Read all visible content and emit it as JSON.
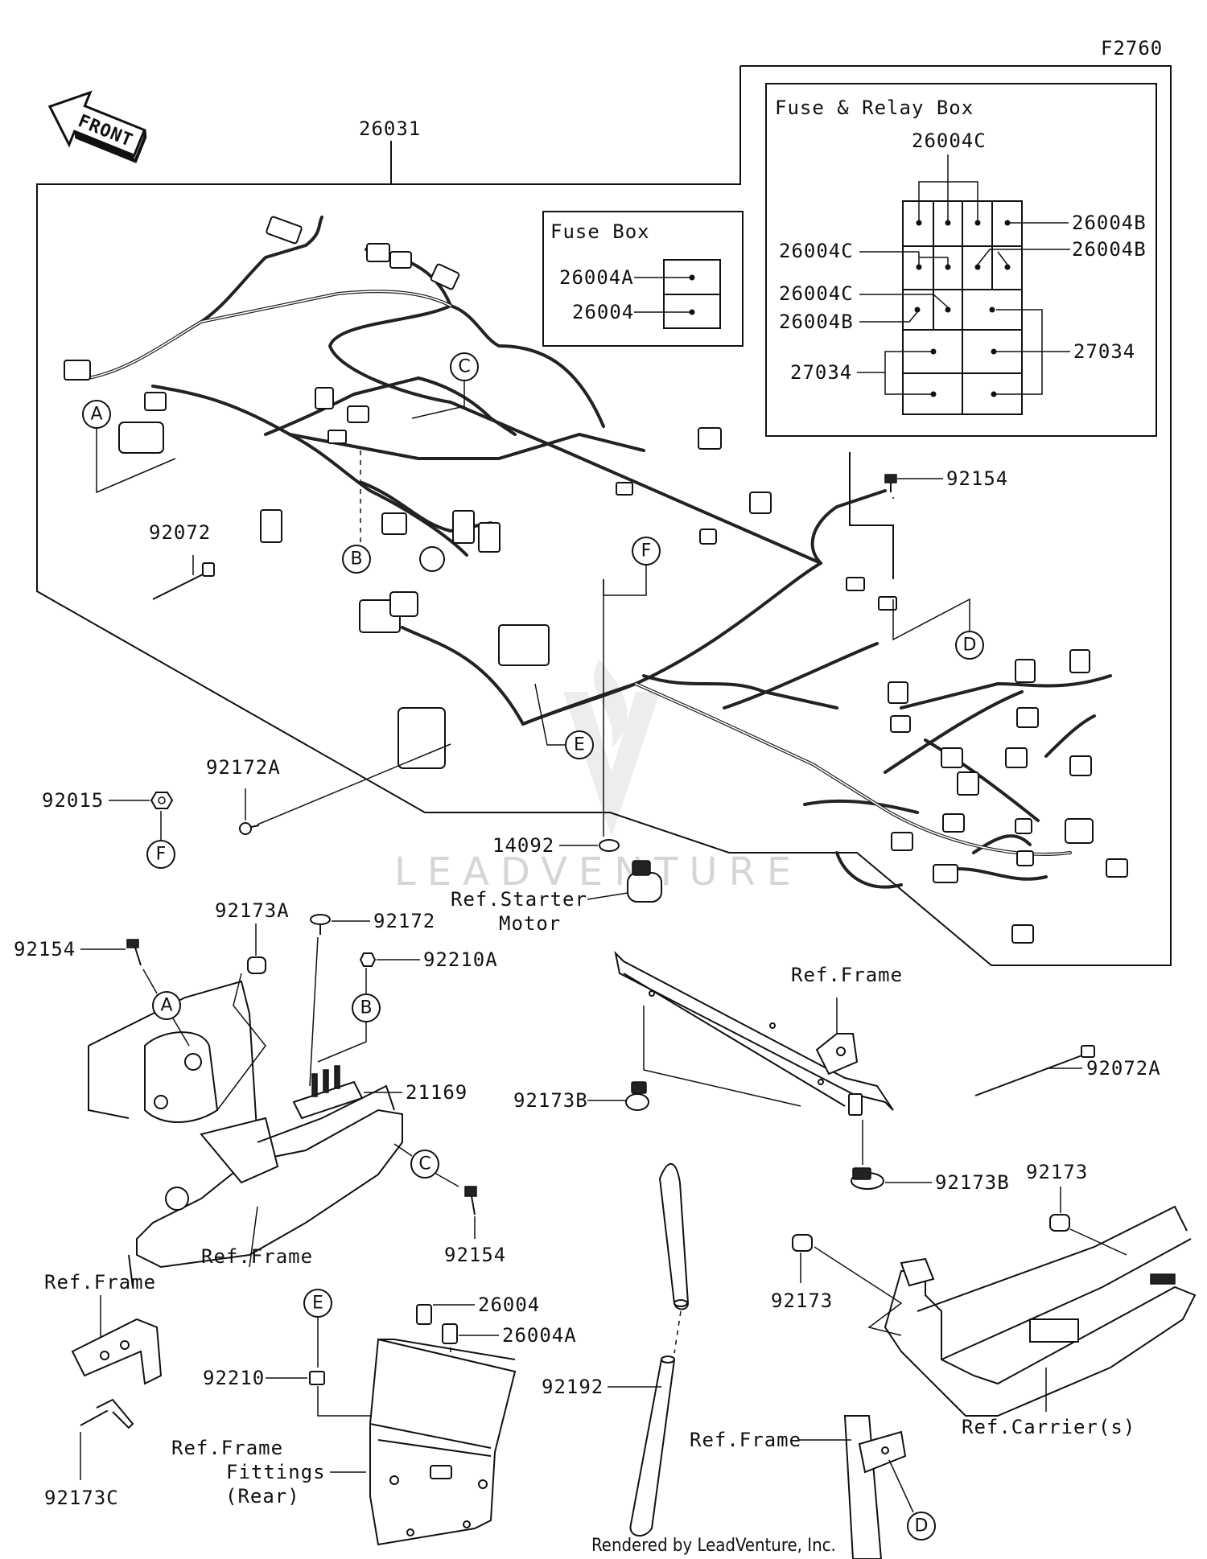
{
  "diagram_id": "F2760",
  "front_arrow": "FRONT",
  "credit": "Rendered by LeadVenture, Inc.",
  "watermark": "LEADVENTURE",
  "fuse_box": {
    "title": "Fuse Box",
    "labels": [
      "26004A",
      "26004"
    ]
  },
  "fuse_relay_box": {
    "title": "Fuse & Relay Box",
    "labels": [
      "26004C",
      "26004B",
      "26004C",
      "26004B",
      "26004C",
      "26004B",
      "27034",
      "27034"
    ]
  },
  "callout_letters": [
    "A",
    "B",
    "C",
    "D",
    "E",
    "F"
  ],
  "parts": {
    "p26031": "26031",
    "p92154_top": "92154",
    "p92072": "92072",
    "p92172A": "92172A",
    "p92015": "92015",
    "p14092": "14092",
    "ref_starter_1": "Ref.Starter",
    "ref_starter_2": "Motor",
    "p92173A": "92173A",
    "p92172": "92172",
    "p92154_left": "92154",
    "p92210A": "92210A",
    "p21169": "21169",
    "ref_frame_1": "Ref.Frame",
    "p92154_bottom": "92154",
    "ref_frame_2": "Ref.Frame",
    "p92173B_1": "92173B",
    "p92173B_2": "92173B",
    "p92072A": "92072A",
    "p92173_1": "92173",
    "p92173_2": "92173",
    "ref_frame_3": "Ref.Frame",
    "p92173C": "92173C",
    "p26004": "26004",
    "p26004A": "26004A",
    "p92210": "92210",
    "ref_frame_fit_1": "Ref.Frame",
    "ref_frame_fit_2": "Fittings",
    "ref_frame_fit_3": "(Rear)",
    "p92192": "92192",
    "ref_frame_4": "Ref.Frame",
    "ref_carrier": "Ref.Carrier(s)"
  }
}
